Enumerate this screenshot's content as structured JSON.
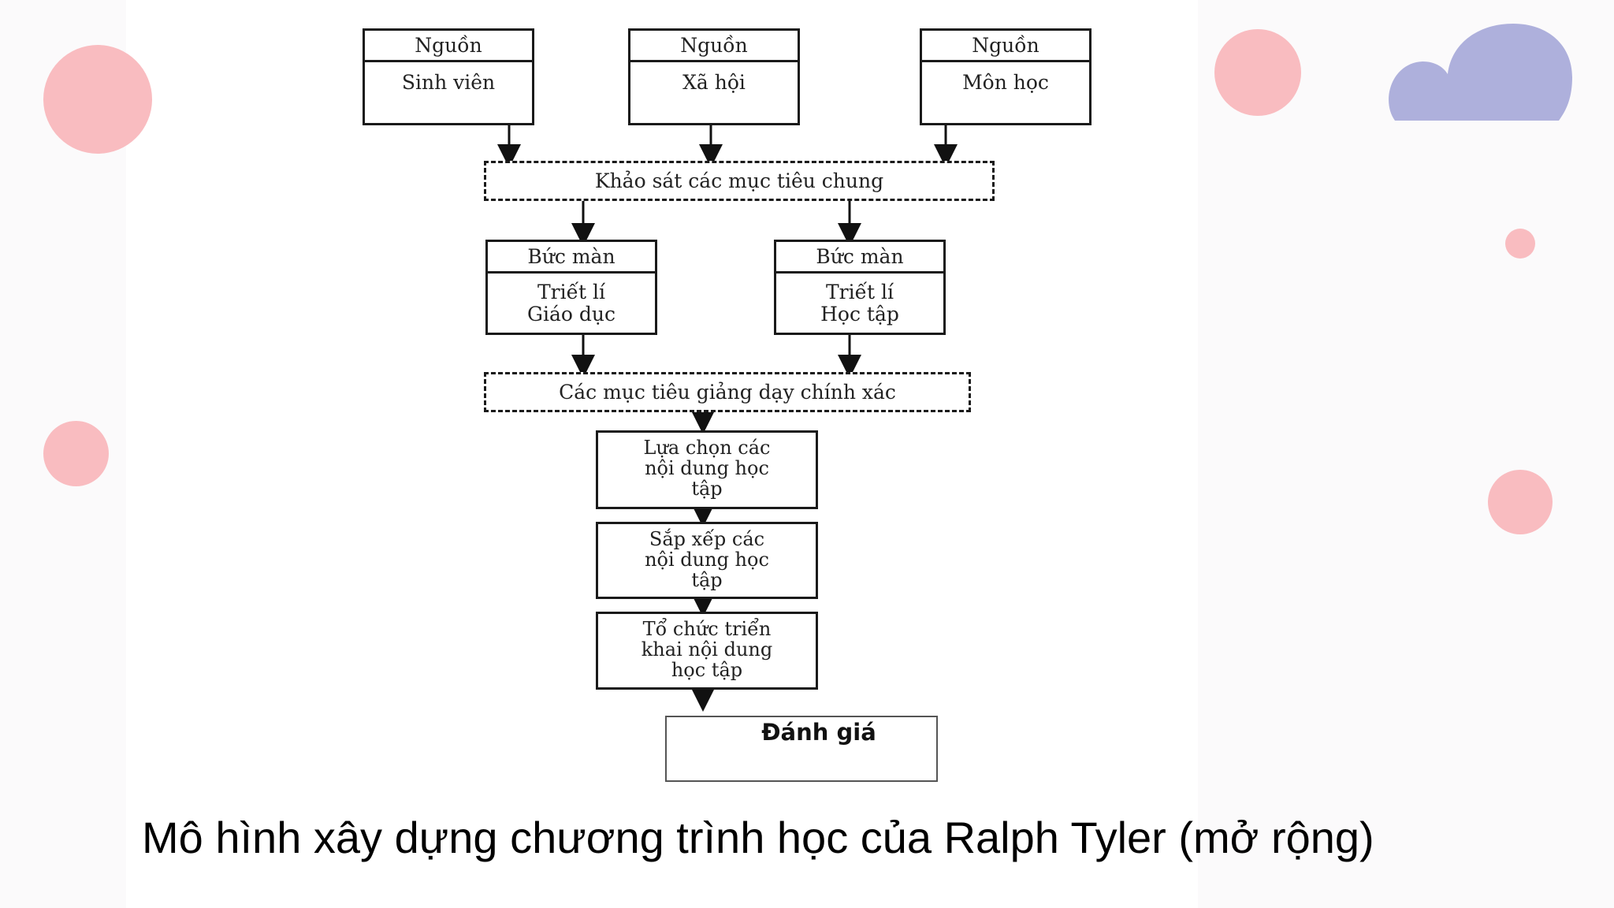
{
  "sources": [
    {
      "head": "Nguồn",
      "label": "Sinh viên"
    },
    {
      "head": "Nguồn",
      "label": "Xã hội"
    },
    {
      "head": "Nguồn",
      "label": "Môn học"
    }
  ],
  "survey": "Khảo sát các mục tiêu chung",
  "screens": [
    {
      "head": "Bức màn",
      "line1": "Triết lí",
      "line2": "Giáo dục"
    },
    {
      "head": "Bức màn",
      "line1": "Triết lí",
      "line2": "Học tập"
    }
  ],
  "precise_goals": "Các mục tiêu giảng dạy chính xác",
  "steps": [
    [
      "Lựa chọn các",
      "nội dung học",
      "tập"
    ],
    [
      "Sắp xếp các",
      "nội dung học",
      "tập"
    ],
    [
      "Tổ chức triển",
      "khai nội dung",
      "học tập"
    ]
  ],
  "evaluation": "Đánh giá",
  "caption": "Mô hình xây dựng chương trình học của Ralph Tyler (mở rộng)",
  "colors": {
    "pink": "#f9bcc0",
    "lavender": "#aeb0dc"
  }
}
